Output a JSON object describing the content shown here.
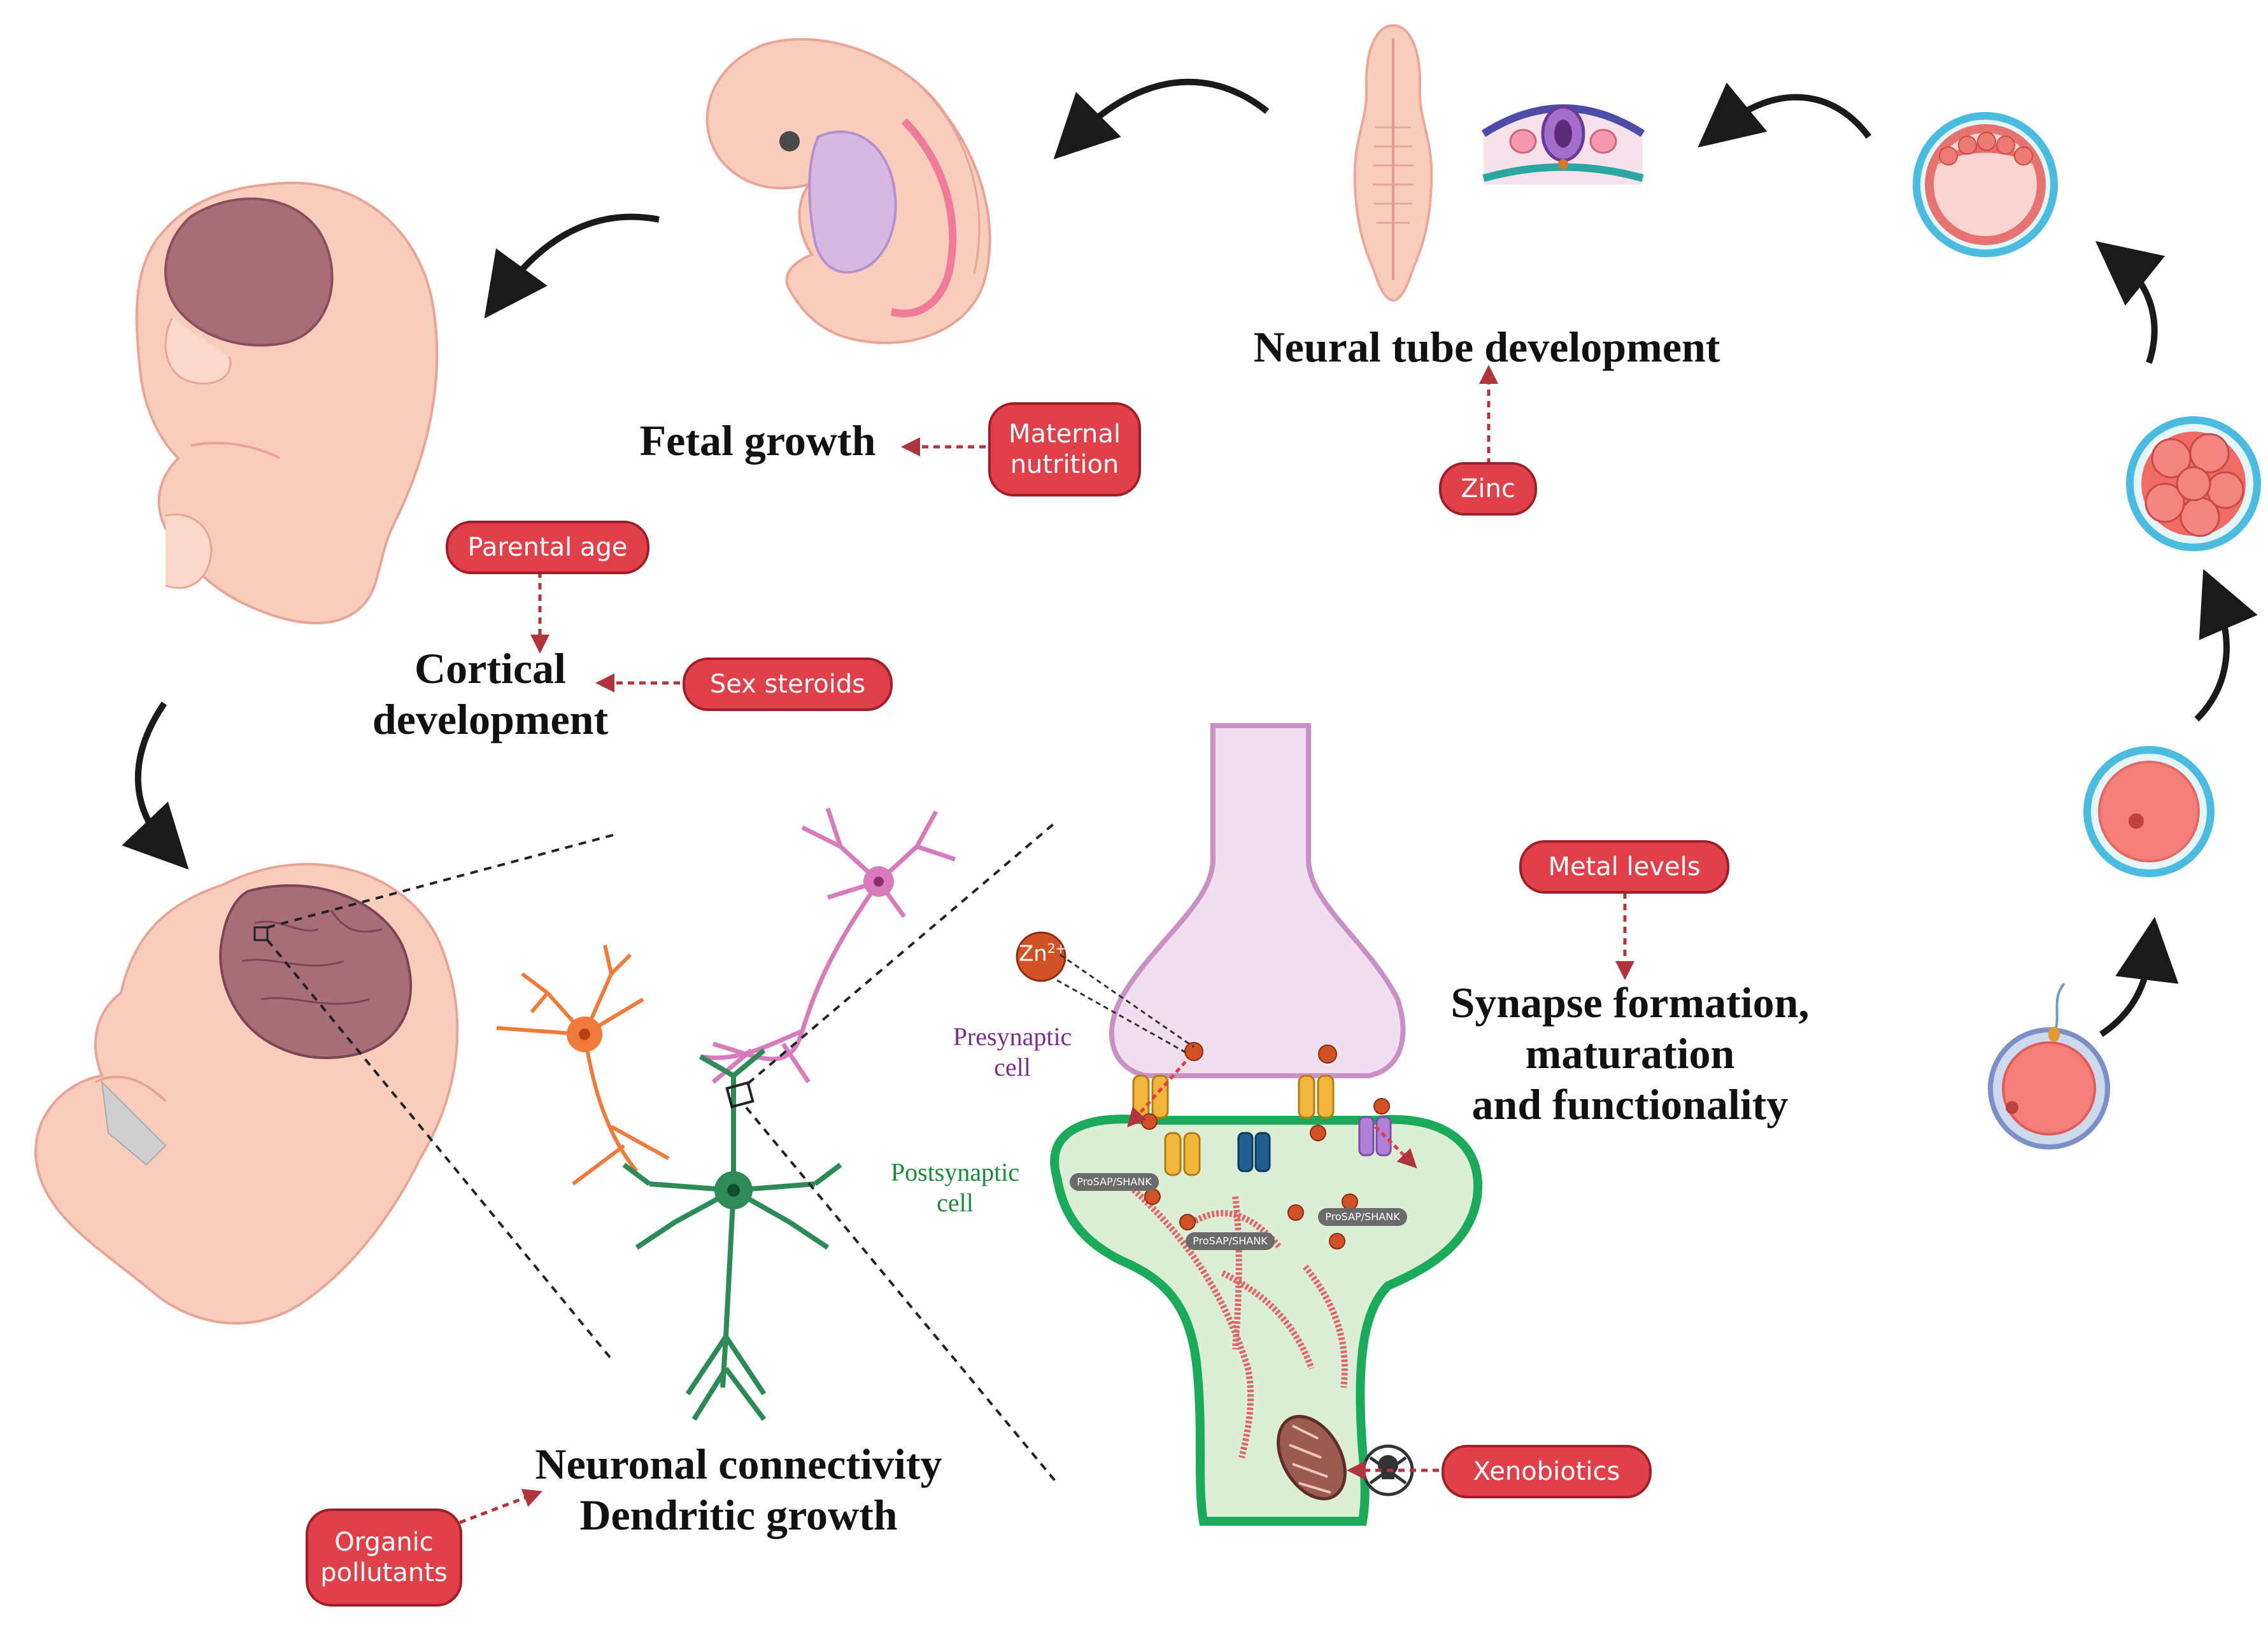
{
  "labels": {
    "neural_tube": "Neural tube development",
    "fetal_growth": "Fetal growth",
    "cortical_line1": "Cortical",
    "cortical_line2": "development",
    "neuronal_line1": "Neuronal connectivity",
    "neuronal_line2": "Dendritic growth",
    "synapse_line1": "Synapse formation,",
    "synapse_line2": "maturation",
    "synapse_line3": "and functionality",
    "presynaptic_line1": "Presynaptic",
    "presynaptic_line2": "cell",
    "postsynaptic_line1": "Postsynaptic",
    "postsynaptic_line2": "cell",
    "zn_ion": "Zn",
    "zn_charge": "2+",
    "prosap_shank": "ProSAP/SHANK"
  },
  "factors": {
    "maternal_nutrition_line1": "Maternal",
    "maternal_nutrition_line2": "nutrition",
    "zinc": "Zinc",
    "parental_age": "Parental age",
    "sex_steroids": "Sex steroids",
    "metal_levels": "Metal levels",
    "xenobiotics": "Xenobiotics",
    "organic_pollutants_line1": "Organic",
    "organic_pollutants_line2": "pollutants"
  },
  "colors": {
    "factor_fill": "#e0404a",
    "factor_border": "#9e1f27",
    "arrow_dashed": "#b0343c",
    "skin": "#f8cdbb",
    "brain": "#a86e78",
    "presynaptic": "#f1dff0",
    "postsynaptic": "#dcefd6",
    "post_border": "#1aaa5a",
    "neuron_pink": "#d77bbd",
    "neuron_orange": "#ef7a3a",
    "neuron_green": "#2e8b57",
    "zona": "#4bbce0"
  }
}
